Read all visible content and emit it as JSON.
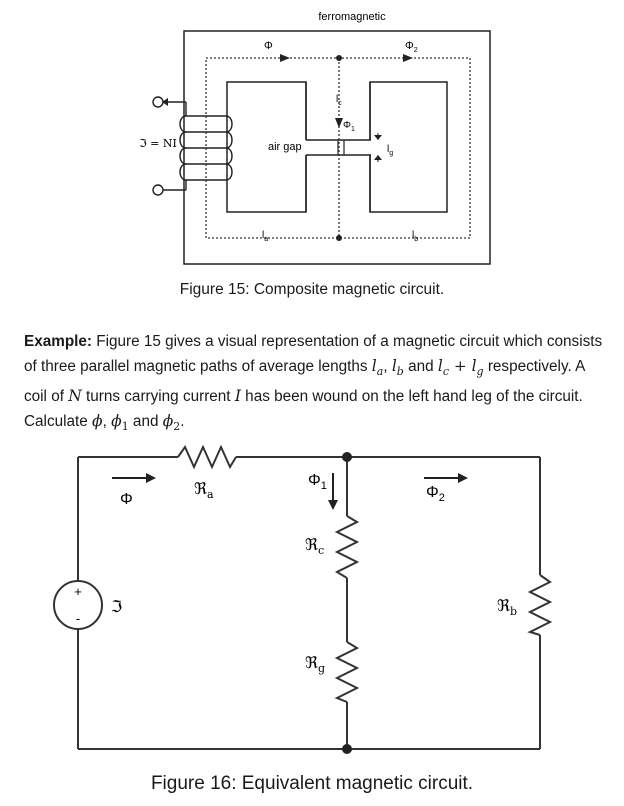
{
  "figure15": {
    "label_ferromagnetic": "ferromagnetic",
    "label_phi": "Φ",
    "label_phi2": "Φ",
    "label_phi2_sub": "2",
    "label_phi1": "Φ",
    "label_phi1_sub": "1",
    "label_lc": "l",
    "label_lc_sub": "c",
    "label_lg": "l",
    "label_lg_sub": "g",
    "label_la": "l",
    "label_la_sub": "a",
    "label_lb": "l",
    "label_lb_sub": "b",
    "label_air_gap": "air gap",
    "label_mmf": "ℑ = NI",
    "caption": "Figure 15: Composite magnetic circuit."
  },
  "example": {
    "heading": "Example:",
    "t1": " Figure 15 gives a visual representation of a magnetic circuit which consists of three parallel magnetic paths of average lengths ",
    "la": "l",
    "la_sub": "a",
    "sep1": ", ",
    "lb": "l",
    "lb_sub": "b",
    "t2": " and ",
    "lc": "l",
    "lc_sub": "c",
    "plus": " + ",
    "lg": "l",
    "lg_sub": "g",
    "t3": " respectively. A coil of ",
    "N": "N",
    "t4": " turns carrying current ",
    "I": "I",
    "t5": " has been wound on the left hand leg of the circuit. Calculate ",
    "phi": "ϕ",
    "sep2": ", ",
    "phi1": "ϕ",
    "phi1_sub": "1",
    "t6": " and ",
    "phi2": "ϕ",
    "phi2_sub": "2",
    "t7": "."
  },
  "figure16": {
    "label_phi": "Φ",
    "label_ra": "ℜ",
    "label_ra_sub": "a",
    "label_phi1": "Φ",
    "label_phi1_sub": "1",
    "label_phi2": "Φ",
    "label_phi2_sub": "2",
    "label_rc": "ℜ",
    "label_rc_sub": "c",
    "label_rg": "ℜ",
    "label_rg_sub": "g",
    "label_rb": "ℜ",
    "label_rb_sub": "b",
    "label_source": "ℑ",
    "label_plus": "+",
    "label_minus": "-",
    "caption": "Figure 16: Equivalent magnetic circuit."
  }
}
